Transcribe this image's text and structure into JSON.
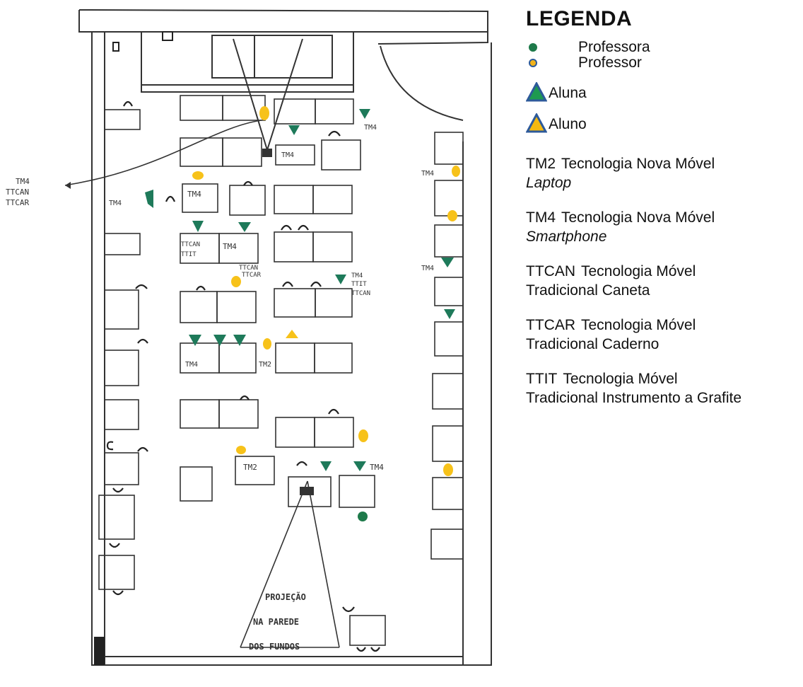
{
  "legend": {
    "title": "LEGENDA",
    "markers": [
      {
        "label": "Professora",
        "shape": "circle",
        "fill": "#1e7a4a",
        "stroke": "#1e7a4a"
      },
      {
        "label": "Professor",
        "shape": "circle",
        "fill": "#f2b31a",
        "stroke": "#2d5a9a"
      },
      {
        "label": "Aluna",
        "shape": "triangle",
        "fill": "#1e9a50",
        "stroke": "#2d5a9a"
      },
      {
        "label": "Aluno",
        "shape": "triangle",
        "fill": "#f5b90f",
        "stroke": "#2d5a9a"
      }
    ],
    "definitions": [
      {
        "code": "TM2",
        "line1": "Tecnologia Nova Móvel",
        "line2": "Laptop",
        "italic": true
      },
      {
        "code": "TM4",
        "line1": "Tecnologia Nova Móvel",
        "line2": "Smartphone",
        "italic": true
      },
      {
        "code": "TTCAN",
        "line1": "Tecnologia Móvel",
        "line2": "Tradicional Caneta",
        "italic": false
      },
      {
        "code": "TTCAR",
        "line1": "Tecnologia Móvel",
        "line2": "Tradicional Caderno",
        "italic": false
      },
      {
        "code": "TTIT",
        "line1": "Tecnologia Móvel",
        "line2": "Tradicional Instrumento a Grafite",
        "italic": false
      }
    ]
  },
  "plan": {
    "outside_note": [
      "TM4",
      "TTCAN",
      "TTCAR"
    ],
    "annotations": {
      "tm4": "TM4",
      "tm2": "TM2",
      "ttcan": "TTCAN",
      "ttit": "TTIT",
      "ttcar": "TTCAR"
    },
    "projection_text": [
      "PROJEÇÃO",
      "NA PAREDE",
      "DOS FUNDOS"
    ]
  },
  "colors": {
    "aluna": "#1e7a5a",
    "aluno": "#f7c21a",
    "professora": "#1e7a4a",
    "ink": "#333333"
  }
}
